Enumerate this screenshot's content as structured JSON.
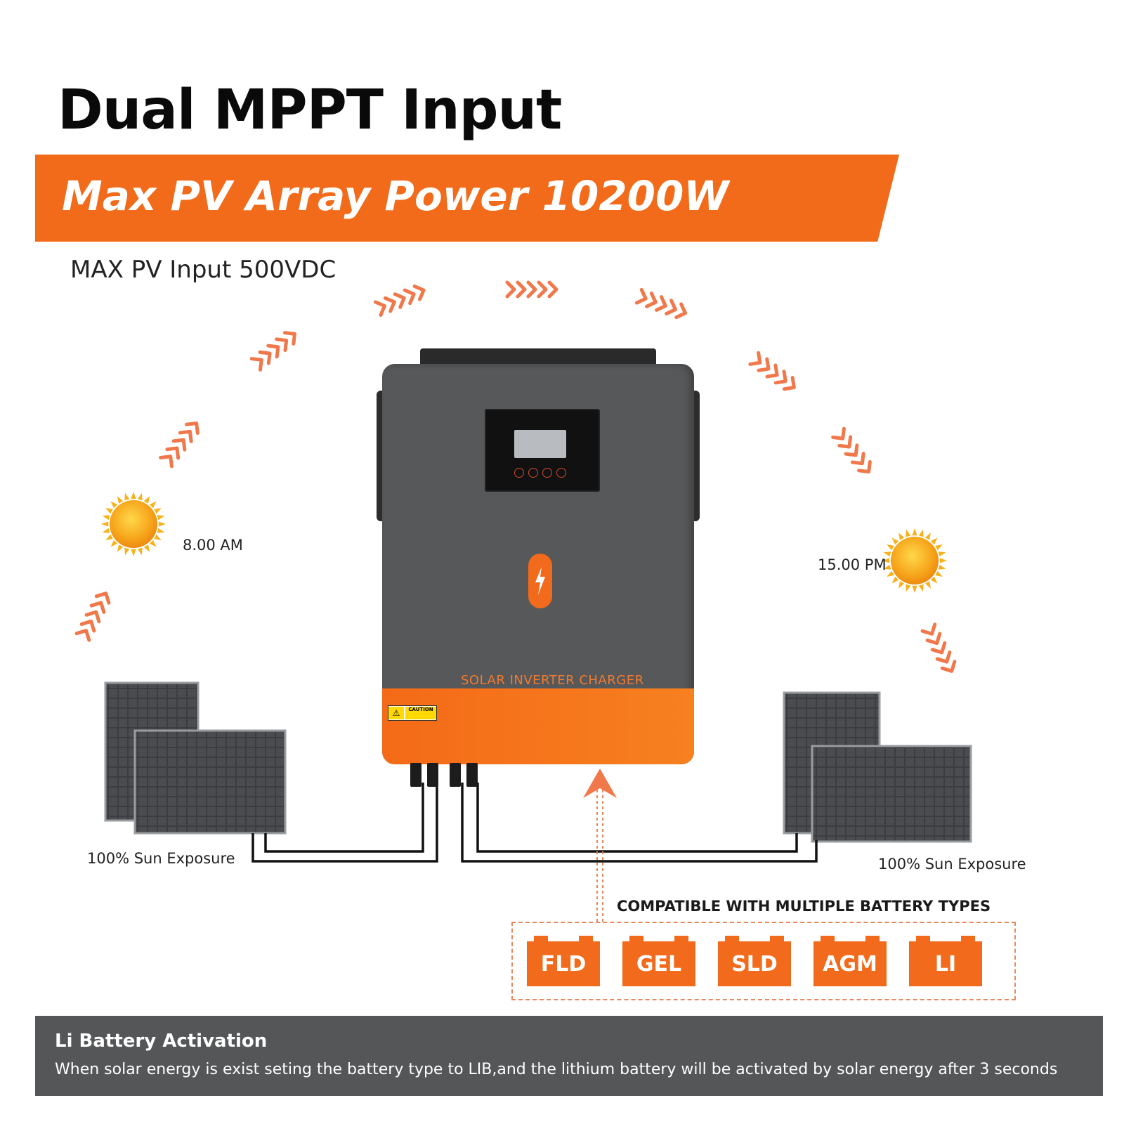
{
  "title": "Dual MPPT Input",
  "banner": {
    "text": "Max PV Array Power 10200W"
  },
  "subtitle": "MAX PV Input 500VDC",
  "times": {
    "morning": "8.00 AM",
    "afternoon": "15.00 PM"
  },
  "exposure": {
    "left": "100% Sun Exposure",
    "right": "100% Sun Exposure"
  },
  "inverter": {
    "label": "SOLAR INVERTER CHARGER",
    "caution": "CAUTION"
  },
  "battery": {
    "heading": "COMPATIBLE WITH MULTIPLE BATTERY TYPES",
    "types": [
      "FLD",
      "GEL",
      "SLD",
      "AGM",
      "LI"
    ]
  },
  "footer": {
    "title": "Li Battery Activation",
    "description": "When solar energy is exist seting the battery type to LIB,and the lithium battery will be activated by solar energy after 3 seconds"
  },
  "colors": {
    "accent": "#f16b1a",
    "inverter_body": "#56585a",
    "footer_bg": "#555657",
    "sun": "#f7b21b"
  },
  "icons": [
    "sun-icon",
    "lightning-bolt-icon",
    "caution-icon",
    "battery-icon",
    "solar-panel-icon",
    "arrow-icon"
  ]
}
